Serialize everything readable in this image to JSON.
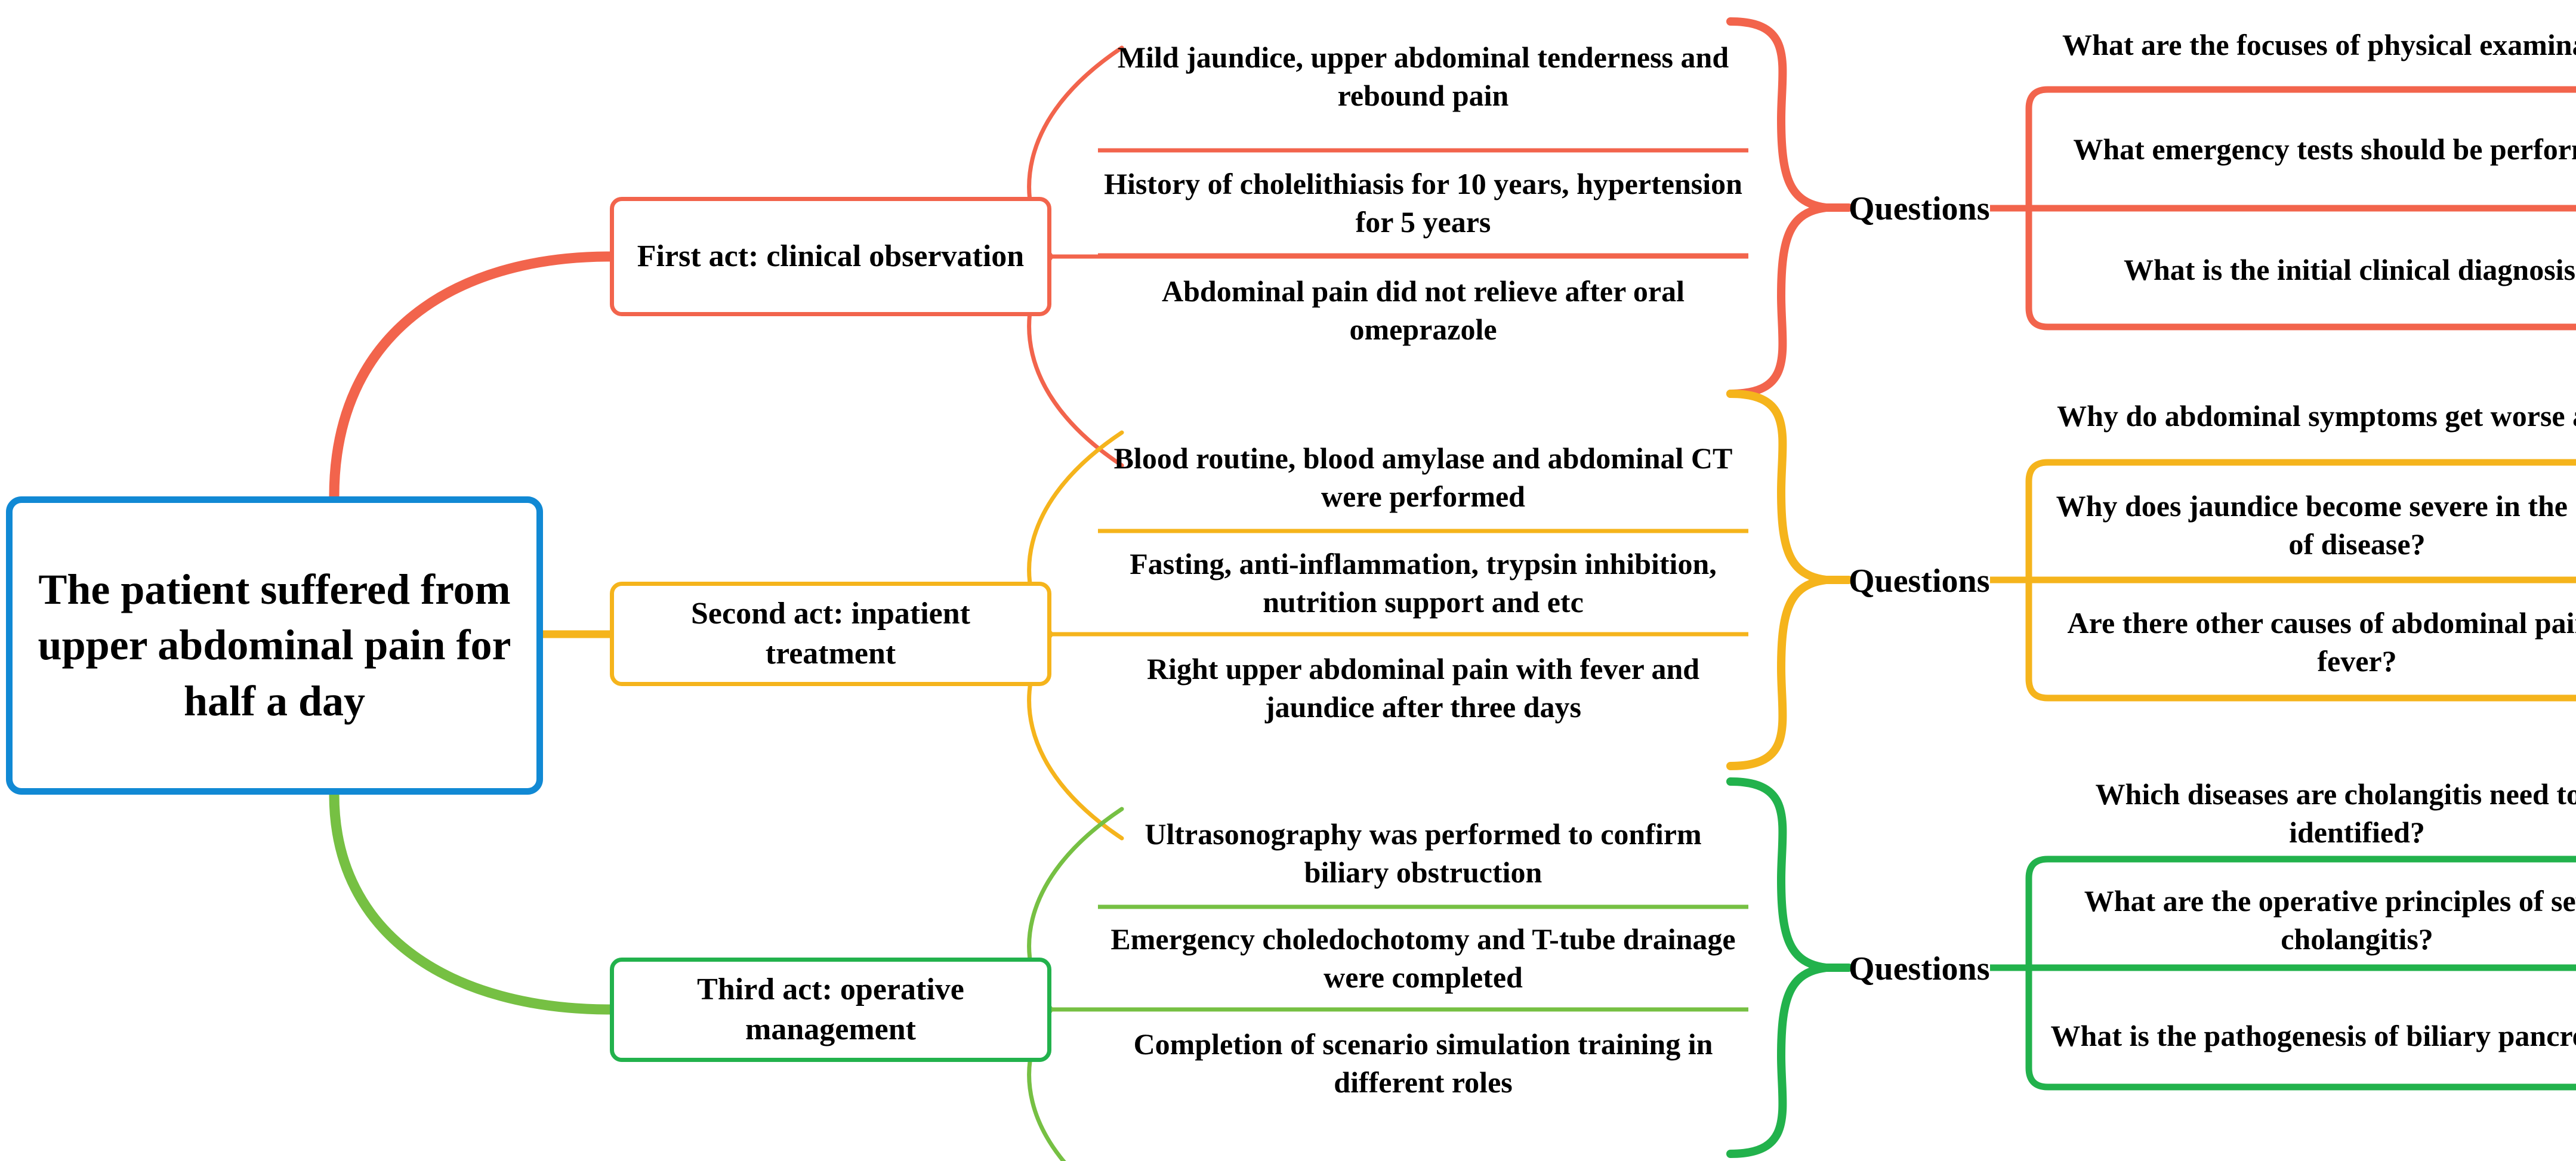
{
  "diagram": {
    "type": "mind-map",
    "root": {
      "label": "The patient suffered from upper abdominal pain for half a day",
      "color": "#1189D4"
    },
    "branches": [
      {
        "color": "#F2644C",
        "act_label": "First act: clinical observation",
        "details": [
          "Mild jaundice, upper abdominal tenderness and rebound pain",
          "History of cholelithiasis for 10 years, hypertension for 5 years",
          "Abdominal pain did not relieve after oral omeprazole"
        ],
        "questions_label": "Questions",
        "questions": [
          "What are the focuses of physical examination?",
          "What emergency tests should be performed?",
          "What is the initial clinical diagnosis?"
        ]
      },
      {
        "color": "#F5B41C",
        "act_label": "Second act: inpatient treatment",
        "details": [
          "Blood routine, blood amylase and abdominal CT were performed",
          "Fasting, anti-inflammation, trypsin inhibition, nutrition support and etc",
          "Right upper abdominal pain with fever and jaundice after three days"
        ],
        "questions_label": "Questions",
        "questions": [
          "Why do abdominal symptoms get worse again?",
          "Why does jaundice become severe in the course of disease?",
          "Are there other causes of abdominal pain and fever?"
        ]
      },
      {
        "color": "#22B24C",
        "act_label": "Third act: operative management",
        "details": [
          "Ultrasonography was performed to confirm biliary obstruction",
          "Emergency choledochotomy and T-tube drainage were completed",
          "Completion of scenario simulation training in different roles"
        ],
        "questions_label": "Questions",
        "questions": [
          "Which diseases are cholangitis need to be identified?",
          "What are the operative principles of severe cholangitis?",
          "What is the pathogenesis of biliary pancreatitis?"
        ]
      }
    ]
  }
}
